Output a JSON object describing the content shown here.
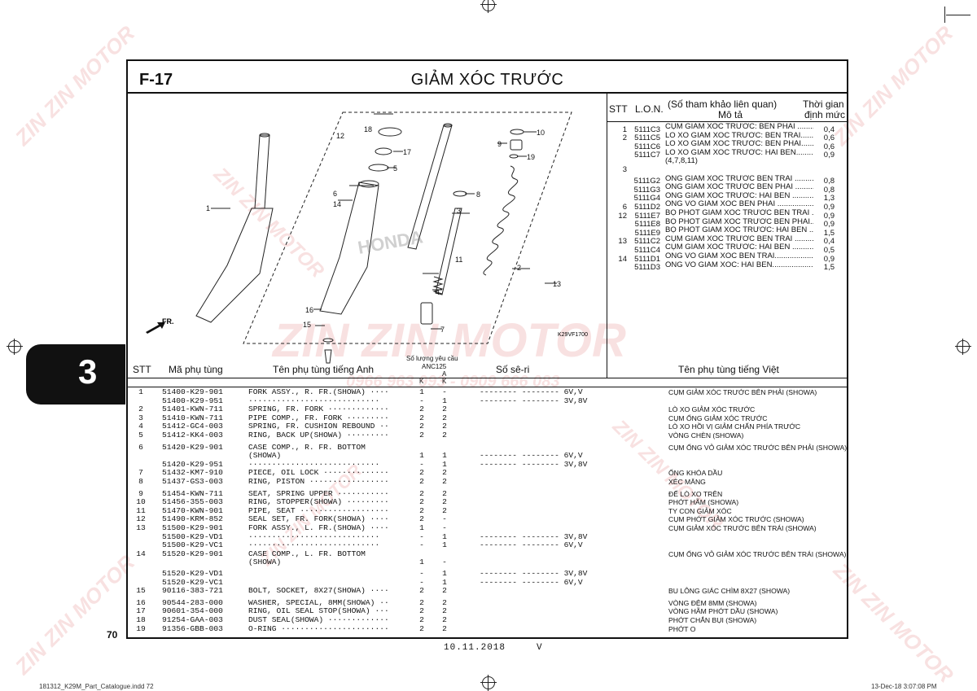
{
  "header": {
    "figure_code": "F-17",
    "title": "GIẢM XÓC TRƯỚC"
  },
  "watermark": {
    "brand": "ZIN ZIN MOTOR",
    "phone": "0966 963 993 - 0909 666 083"
  },
  "diagram": {
    "code": "K29VF1700",
    "front_label": "FR.",
    "brand_label": "HONDA",
    "callouts": [
      "1",
      "2",
      "3",
      "4",
      "5",
      "6",
      "7",
      "8",
      "9",
      "10",
      "11",
      "12",
      "13",
      "14",
      "15",
      "16",
      "17",
      "18",
      "19"
    ]
  },
  "lon_table": {
    "headers": {
      "stt": "STT",
      "lon": "L.O.N.",
      "desc_line1": "(Số tham khảo liên quan)",
      "desc_line2": "Mô tả",
      "time_line1": "Thời gian",
      "time_line2": "định mức"
    },
    "rows": [
      {
        "stt": "1",
        "code": "5111C3",
        "desc": "CỤM GIẢM XÓC TRƯỚC: BÊN PHẢI .............",
        "time": "0,4"
      },
      {
        "stt": "2",
        "code": "5111C5",
        "desc": "LÒ XO GIẢM XÓC TRƯỚC: BÊN TRÁI............",
        "time": "0,6"
      },
      {
        "stt": "",
        "code": "5111C6",
        "desc": "LÒ XO GIẢM XÓC TRƯỚC: BÊN PHẢI............",
        "time": "0,6"
      },
      {
        "stt": "",
        "code": "5111C7",
        "desc": "LÒ XO GIẢM XÓC TRƯỚC: HAI BÊN..............",
        "time": "0,9"
      },
      {
        "stt": "",
        "code": "",
        "desc": "(4,7,8,11)",
        "time": ""
      },
      {
        "stt": "3",
        "code": "",
        "desc": "",
        "time": ""
      },
      {
        "stt": "",
        "code": "5111G2",
        "desc": "ỐNG GIẢM XÓC TRƯỚC BÊN TRÁI ...............",
        "time": "0,8"
      },
      {
        "stt": "",
        "code": "5111G3",
        "desc": "ỐNG GIẢM XÓC TRƯỚC BÊN PHẢI ...............",
        "time": "0,8"
      },
      {
        "stt": "",
        "code": "5111G4",
        "desc": "ỐNG GIẢM XÓC TRƯỚC: HAI BÊN ...............",
        "time": "1,3"
      },
      {
        "stt": "6",
        "code": "5111D2",
        "desc": "ỐNG VỎ GIẢM XÓC BÊN PHẢI .......................",
        "time": "0,9"
      },
      {
        "stt": "12",
        "code": "5111E7",
        "desc": "BỘ PHỐT GIẢM XÓC TRƯỚC BÊN TRÁI ...........",
        "time": "0,9"
      },
      {
        "stt": "",
        "code": "5111E8",
        "desc": "BỘ PHỐT GIẢM XÓC TRƯỚC BÊN PHẢI...........",
        "time": "0,9"
      },
      {
        "stt": "",
        "code": "5111E9",
        "desc": "BỘ PHỐT GIẢM XÓC TRƯỚC: HAI BÊN ..........",
        "time": "1,5"
      },
      {
        "stt": "13",
        "code": "5111C2",
        "desc": "CỤM GIẢM XÓC TRƯỚC BÊN TRÁI ..................",
        "time": "0,4"
      },
      {
        "stt": "",
        "code": "5111C4",
        "desc": "CỤM GIẢM XÓC TRƯỚC: HAI BÊN ...................",
        "time": "0,5"
      },
      {
        "stt": "14",
        "code": "5111D1",
        "desc": "ỐNG VỎ GIẢM XÓC BÊN TRÁI........................",
        "time": "0,9"
      },
      {
        "stt": "",
        "code": "5111D3",
        "desc": "ỐNG VỎ GIẢM XÓC: HAI BÊN..............................",
        "time": "1,5"
      }
    ]
  },
  "parts_table": {
    "headers": {
      "stt": "STT",
      "part_no": "Mã phụ tùng",
      "name_en": "Tên phụ tùng tiếng Anh",
      "qty": "Số lượng yêu cầu",
      "model": "ANC125",
      "type_a": "A",
      "col_k": "K",
      "col_a": "K",
      "serial": "Số sê-ri",
      "name_vn": "Tên phụ tùng tiếng Việt"
    },
    "rows": [
      {
        "stt": "1",
        "part": "51400-K29-901",
        "name": "FORK ASSY., R. FR.(SHOWA) ····",
        "k": "1",
        "a": "-",
        "ser": "-------- -------- 6V,V",
        "vn": "CỤM GIẢM XÓC TRƯỚC BÊN PHẢI (SHOWA)"
      },
      {
        "stt": "",
        "part": "51400-K29-951",
        "name": "  ····························",
        "k": "-",
        "a": "1",
        "ser": "-------- -------- 3V,8V",
        "vn": ""
      },
      {
        "stt": "2",
        "part": "51401-KWN-711",
        "name": "SPRING, FR. FORK ·············",
        "k": "2",
        "a": "2",
        "ser": "",
        "vn": "LÒ XO GIẢM XÓC TRƯỚC"
      },
      {
        "stt": "3",
        "part": "51410-KWN-711",
        "name": "PIPE COMP., FR. FORK ·········",
        "k": "2",
        "a": "2",
        "ser": "",
        "vn": "CỤM ỐNG GIẢM XÓC TRƯỚC"
      },
      {
        "stt": "4",
        "part": "51412-GC4-003",
        "name": "SPRING, FR. CUSHION REBOUND ··",
        "k": "2",
        "a": "2",
        "ser": "",
        "vn": "LÒ XO HỒI VỊ GIẢM CHẤN PHÍA TRƯỚC"
      },
      {
        "stt": "5",
        "part": "51412-KK4-003",
        "name": "RING, BACK UP(SHOWA) ·········",
        "k": "2",
        "a": "2",
        "ser": "",
        "vn": "VÒNG CHÈN (SHOWA)"
      },
      {
        "stt": "6",
        "part": "51420-K29-901",
        "name": "CASE COMP., R. FR. BOTTOM",
        "k": "",
        "a": "",
        "ser": "",
        "vn": "CỤM ỐNG VỎ GIẢM XÓC TRƯỚC BÊN PHẢI (SHOWA)"
      },
      {
        "stt": "",
        "part": "",
        "name": "                     (SHOWA)",
        "k": "1",
        "a": "1",
        "ser": "-------- -------- 6V,V",
        "vn": ""
      },
      {
        "stt": "",
        "part": "51420-K29-951",
        "name": "  ····························",
        "k": "-",
        "a": "1",
        "ser": "-------- -------- 3V,8V",
        "vn": ""
      },
      {
        "stt": "7",
        "part": "51432-KM7-910",
        "name": "PIECE, OIL LOCK ··············",
        "k": "2",
        "a": "2",
        "ser": "",
        "vn": "ỐNG KHÓA DẦU"
      },
      {
        "stt": "8",
        "part": "51437-GS3-003",
        "name": "RING, PISTON ·················",
        "k": "2",
        "a": "2",
        "ser": "",
        "vn": "XÉC MĂNG"
      },
      {
        "stt": "9",
        "part": "51454-KWN-711",
        "name": "SEAT, SPRING UPPER ···········",
        "k": "2",
        "a": "2",
        "ser": "",
        "vn": "ĐẾ LÒ XO TRÊN"
      },
      {
        "stt": "10",
        "part": "51456-355-003",
        "name": "RING, STOPPER(SHOWA) ·········",
        "k": "2",
        "a": "2",
        "ser": "",
        "vn": "PHỚT HÃM (SHOWA)"
      },
      {
        "stt": "11",
        "part": "51470-KWN-901",
        "name": "PIPE, SEAT ···················",
        "k": "2",
        "a": "2",
        "ser": "",
        "vn": "TY CON GIẢM XÓC"
      },
      {
        "stt": "12",
        "part": "51490-KRM-852",
        "name": "SEAL SET, FR. FORK(SHOWA) ····",
        "k": "2",
        "a": "-",
        "ser": "",
        "vn": "CỤM PHỚT GIẢM XÓC TRƯỚC (SHOWA)"
      },
      {
        "stt": "13",
        "part": "51500-K29-901",
        "name": "FORK ASSY., L. FR.(SHOWA) ····",
        "k": "1",
        "a": "-",
        "ser": "",
        "vn": "CỤM GIẢM XÓC TRƯỚC BÊN TRÁI (SHOWA)"
      },
      {
        "stt": "",
        "part": "51500-K29-VD1",
        "name": "  ····························",
        "k": "-",
        "a": "1",
        "ser": "-------- -------- 3V,8V",
        "vn": ""
      },
      {
        "stt": "",
        "part": "51500-K29-VC1",
        "name": "  ····························",
        "k": "-",
        "a": "1",
        "ser": "-------- -------- 6V,V",
        "vn": ""
      },
      {
        "stt": "14",
        "part": "51520-K29-901",
        "name": "CASE COMP., L. FR. BOTTOM",
        "k": "",
        "a": "",
        "ser": "",
        "vn": "CỤM ỐNG VỎ GIẢM XÓC TRƯỚC BÊN TRÁI (SHOWA)"
      },
      {
        "stt": "",
        "part": "",
        "name": "                     (SHOWA)",
        "k": "1",
        "a": "-",
        "ser": "",
        "vn": ""
      },
      {
        "stt": "",
        "part": "51520-K29-VD1",
        "name": "",
        "k": "-",
        "a": "1",
        "ser": "-------- -------- 3V,8V",
        "vn": ""
      },
      {
        "stt": "",
        "part": "51520-K29-VC1",
        "name": "",
        "k": "-",
        "a": "1",
        "ser": "-------- -------- 6V,V",
        "vn": ""
      },
      {
        "stt": "15",
        "part": "90116-383-721",
        "name": "BOLT, SOCKET, 8X27(SHOWA) ····",
        "k": "2",
        "a": "2",
        "ser": "",
        "vn": "BU LÔNG GIÁC CHÌM 8X27 (SHOWA)"
      },
      {
        "stt": "16",
        "part": "90544-283-000",
        "name": "WASHER, SPECIAL, 8MM(SHOWA) ··",
        "k": "2",
        "a": "2",
        "ser": "",
        "vn": "VÒNG ĐỆM 8MM (SHOWA)"
      },
      {
        "stt": "17",
        "part": "90601-354-000",
        "name": "RING, OIL SEAL STOP(SHOWA) ···",
        "k": "2",
        "a": "2",
        "ser": "",
        "vn": "VÒNG HÃM PHỚT DẦU (SHOWA)"
      },
      {
        "stt": "18",
        "part": "91254-GAA-003",
        "name": "DUST SEAL(SHOWA) ·············",
        "k": "2",
        "a": "2",
        "ser": "",
        "vn": "PHỚT CHẮN BỤI (SHOWA)"
      },
      {
        "stt": "19",
        "part": "91356-GBB-003",
        "name": "O-RING ·······················",
        "k": "2",
        "a": "2",
        "ser": "",
        "vn": "PHỚT O"
      }
    ]
  },
  "chapter_tab": "3",
  "page_number": "70",
  "footer": {
    "date": "10.11.2018",
    "version": "V",
    "left": "181312_K29M_Part_Catalogue.indd   72",
    "right": "13-Dec-18   3:07:08 PM"
  }
}
